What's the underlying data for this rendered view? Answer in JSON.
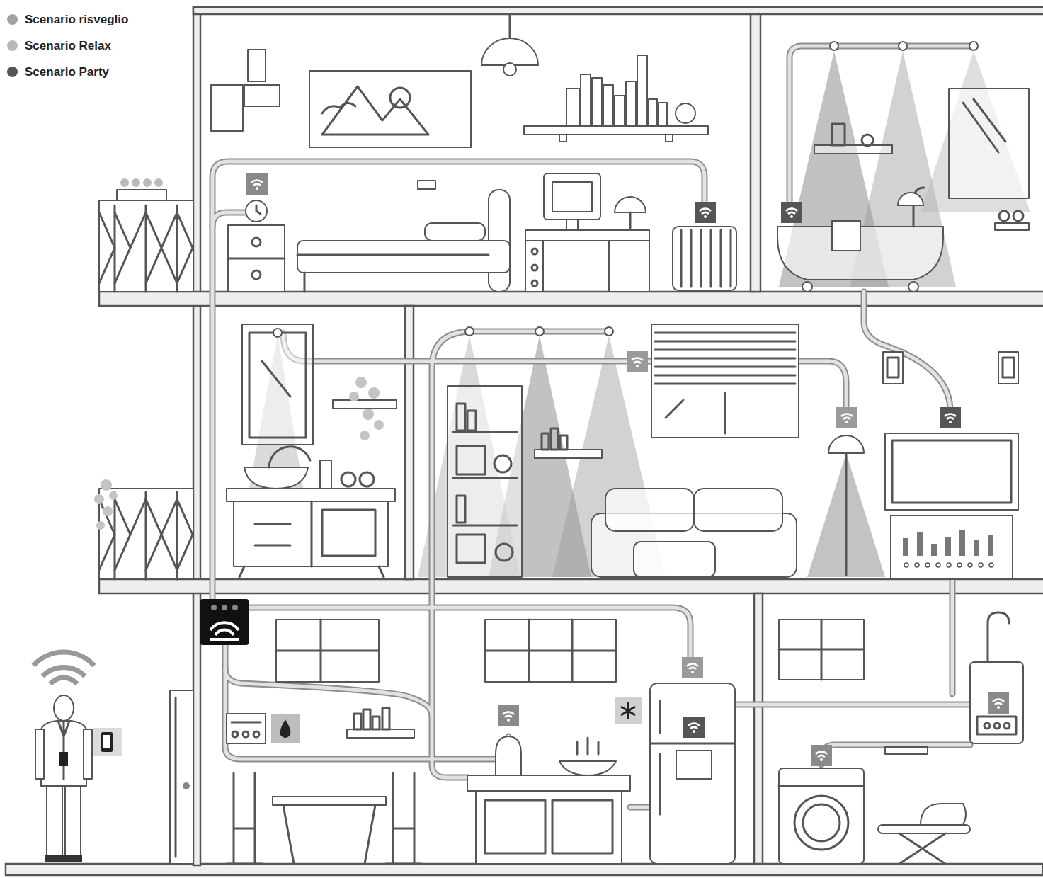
{
  "diagram": {
    "legend": [
      {
        "text": "Scenario risveglio",
        "color": "#a3a3a3"
      },
      {
        "text": "Scenario Relax",
        "color": "#b9b9b9"
      },
      {
        "text": "Scenario Party",
        "color": "#555555"
      }
    ]
  }
}
